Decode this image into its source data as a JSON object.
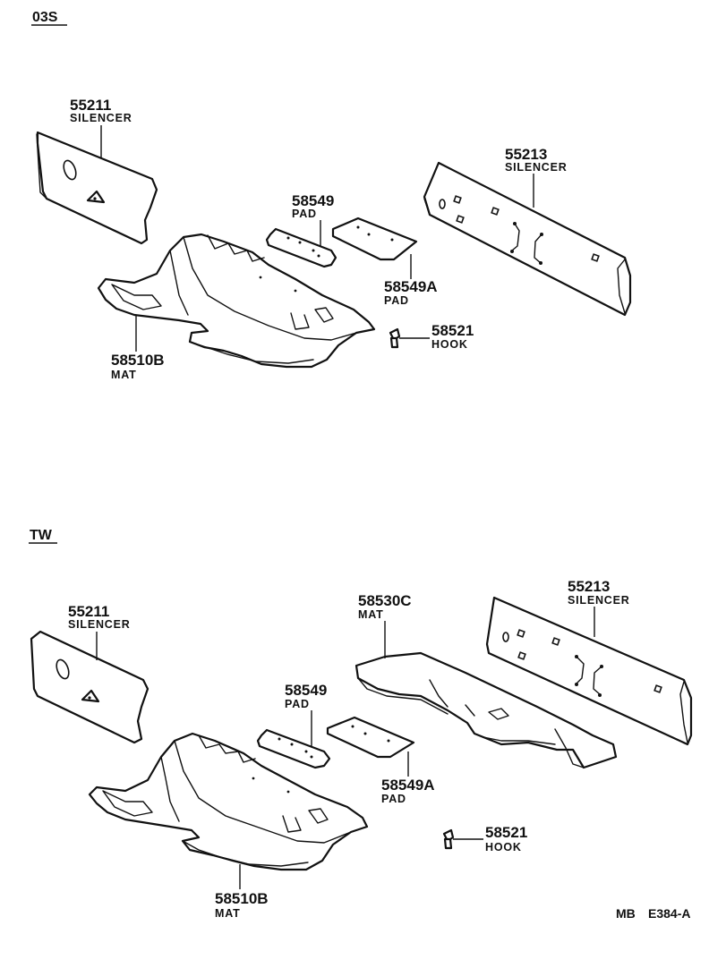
{
  "sections": {
    "top": {
      "title": "03S",
      "silencer_left": {
        "number": "55211",
        "name": "SILENCER"
      },
      "silencer_right": {
        "number": "55213",
        "name": "SILENCER"
      },
      "pad": {
        "number": "58549",
        "name": "PAD"
      },
      "pad_a": {
        "number": "58549A",
        "name": "PAD"
      },
      "hook": {
        "number": "58521",
        "name": "HOOK"
      },
      "mat": {
        "number": "58510B",
        "name": "MAT"
      }
    },
    "bottom": {
      "title": "TW",
      "silencer_left": {
        "number": "55211",
        "name": "SILENCER"
      },
      "silencer_right": {
        "number": "55213",
        "name": "SILENCER"
      },
      "mat_c": {
        "number": "58530C",
        "name": "MAT"
      },
      "pad": {
        "number": "58549",
        "name": "PAD"
      },
      "pad_a": {
        "number": "58549A",
        "name": "PAD"
      },
      "hook": {
        "number": "58521",
        "name": "HOOK"
      },
      "mat": {
        "number": "58510B",
        "name": "MAT"
      }
    }
  },
  "footer": {
    "code_left": "MB",
    "code_right": "E384-A"
  }
}
